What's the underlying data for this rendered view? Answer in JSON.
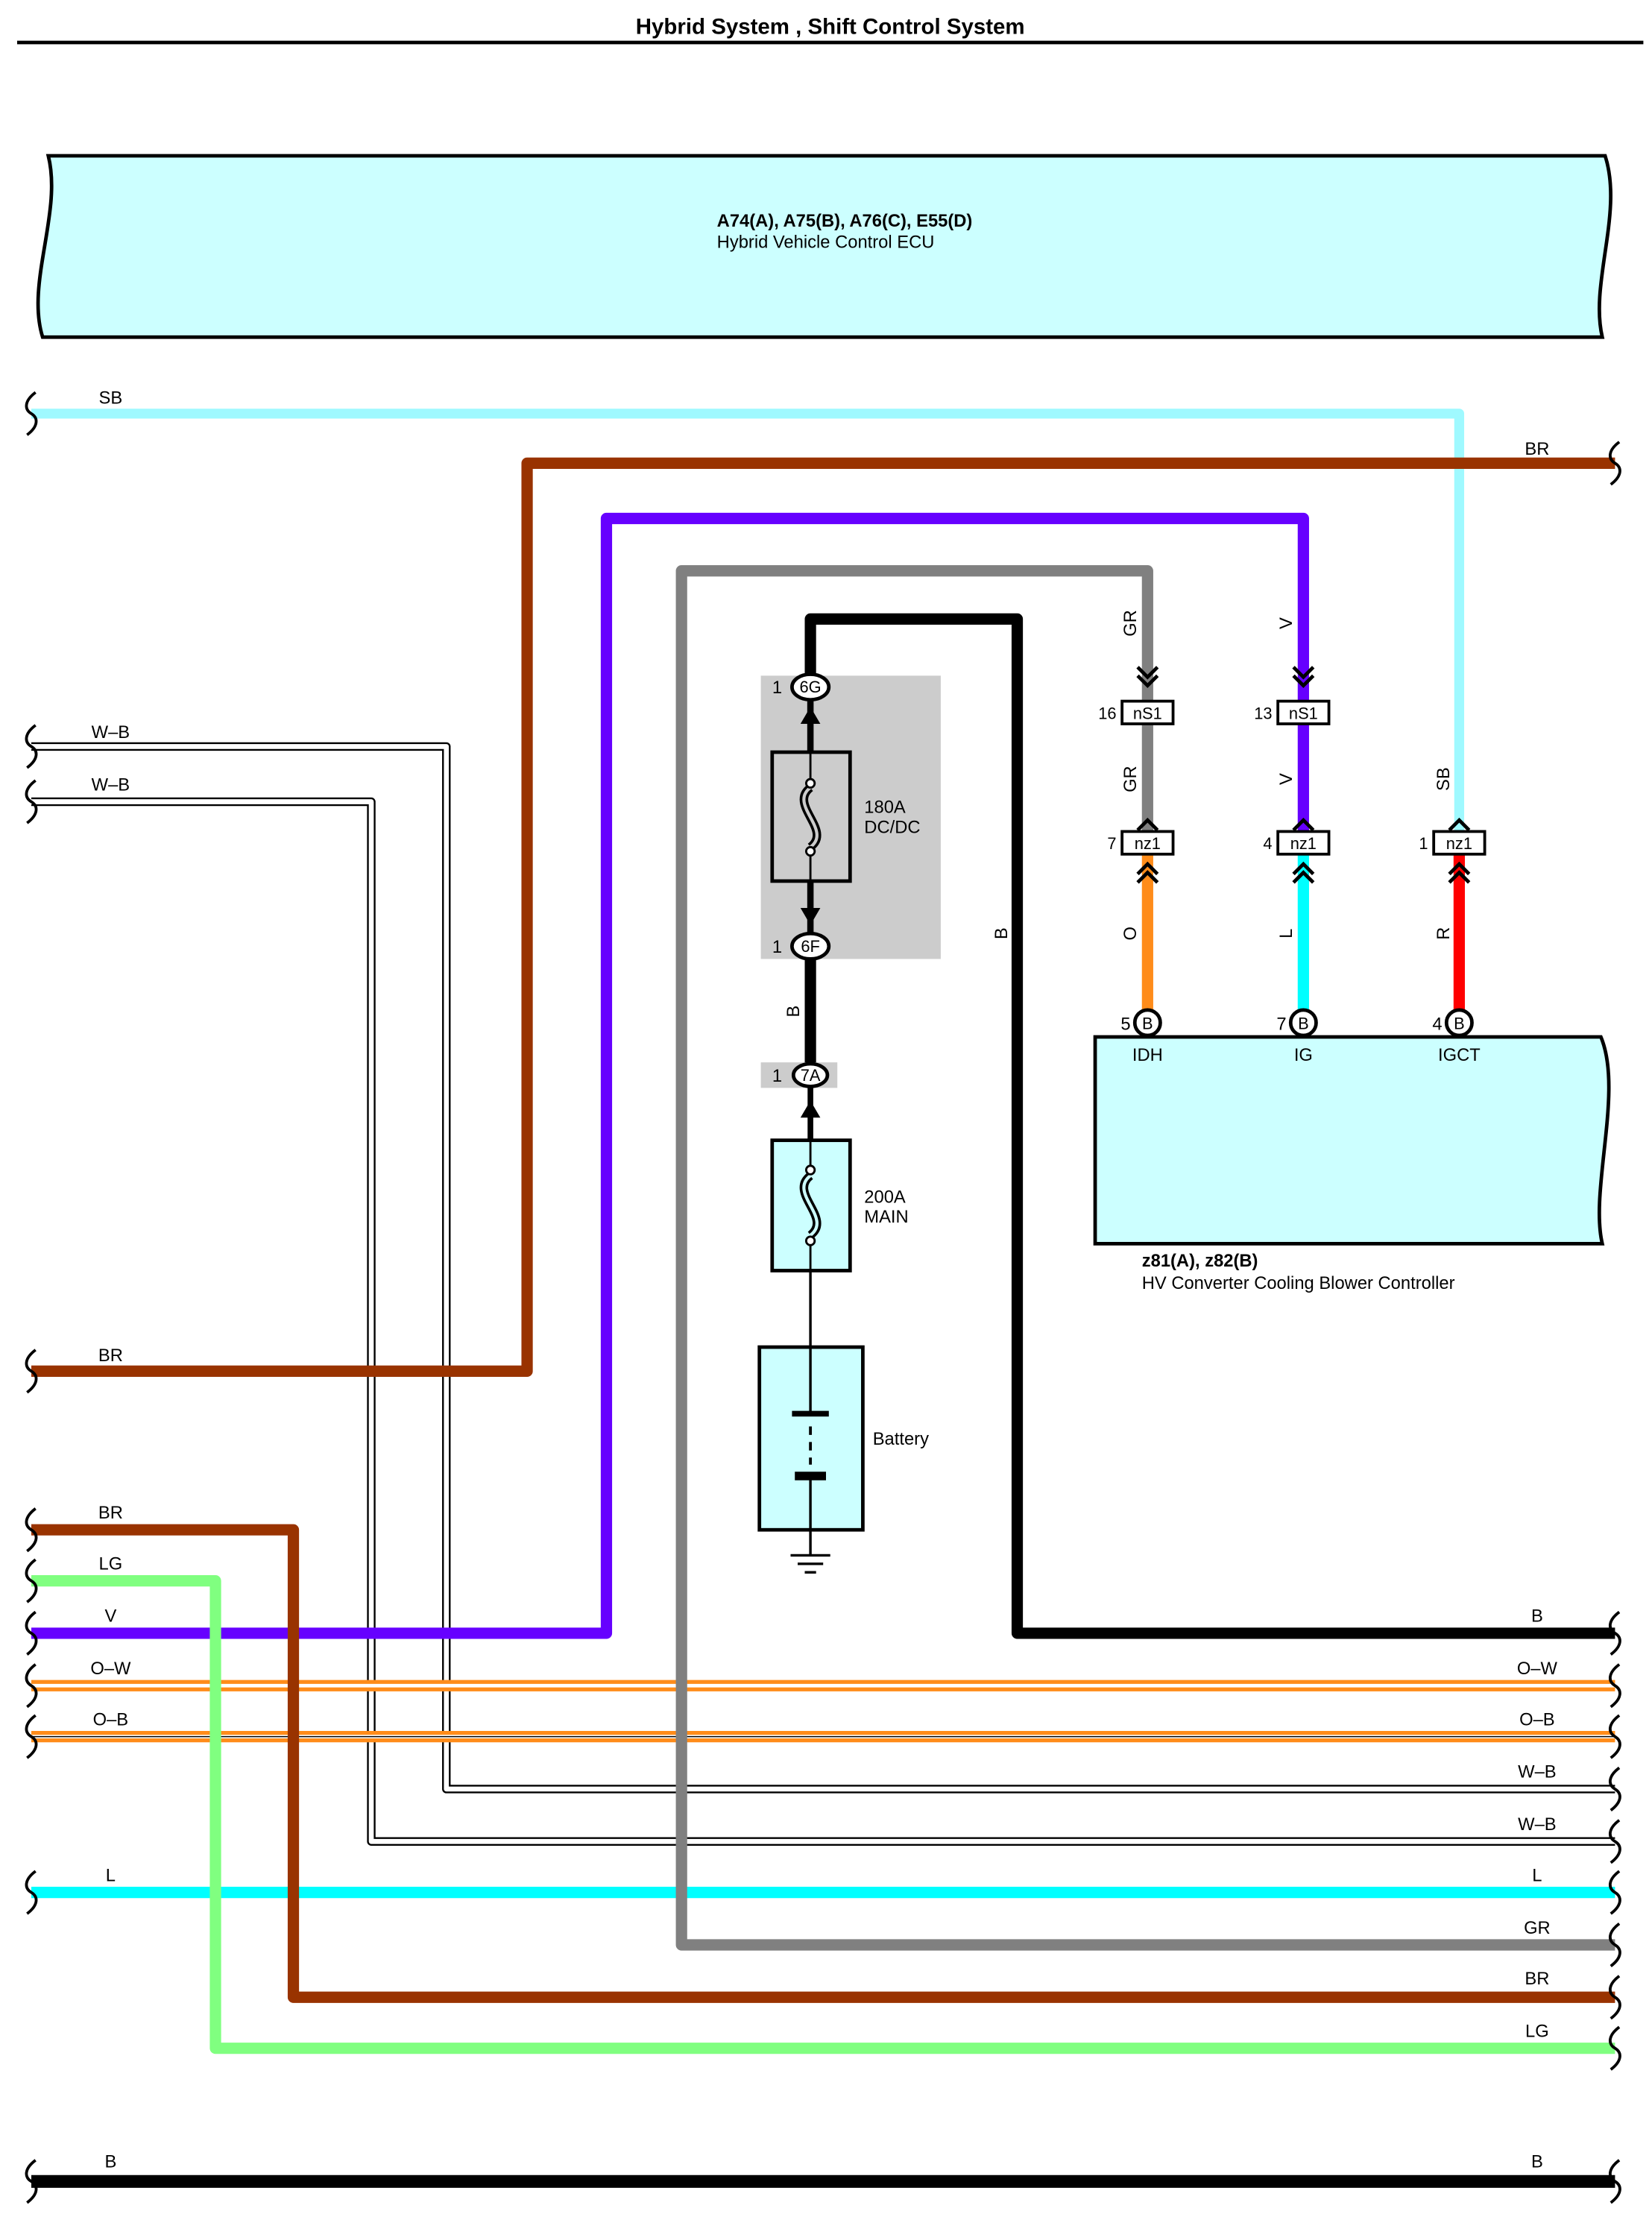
{
  "title": "Hybrid System , Shift Control System",
  "ecu": {
    "codes": "A74(A), A75(B), A76(C), E55(D)",
    "name": "Hybrid Vehicle Control ECU"
  },
  "controller": {
    "codes": "z81(A), z82(B)",
    "name": "HV Converter Cooling Blower Controller",
    "terminals": [
      {
        "pin": "5",
        "connector": "B",
        "signal": "IDH"
      },
      {
        "pin": "7",
        "connector": "B",
        "signal": "IG"
      },
      {
        "pin": "4",
        "connector": "B",
        "signal": "IGCT"
      }
    ]
  },
  "connectors": {
    "nS1": {
      "name": "nS1",
      "pins": [
        "16",
        "13"
      ]
    },
    "nz1": {
      "name": "nz1",
      "pins": [
        "7",
        "4",
        "1"
      ]
    }
  },
  "junctions": [
    {
      "pin": "1",
      "name": "6G"
    },
    {
      "pin": "1",
      "name": "6F"
    },
    {
      "pin": "1",
      "name": "7A"
    }
  ],
  "fuses": [
    {
      "rating": "180A",
      "name": "DC/DC"
    },
    {
      "rating": "200A",
      "name": "MAIN"
    }
  ],
  "battery": {
    "label": "Battery"
  },
  "wire_labels": {
    "left": [
      "SB",
      "W–B",
      "W–B",
      "BR",
      "BR",
      "LG",
      "V",
      "O–W",
      "O–B",
      "L",
      "B"
    ],
    "right": [
      "BR",
      "B",
      "O–W",
      "O–B",
      "W–B",
      "W–B",
      "L",
      "GR",
      "BR",
      "LG",
      "B"
    ],
    "vertical": [
      "GR",
      "V",
      "GR",
      "V",
      "SB",
      "O",
      "L",
      "R",
      "B",
      "B"
    ]
  },
  "colors": {
    "SB": "#9ff9ff",
    "BR": "#993300",
    "V": "#6600ff",
    "GR": "#808080",
    "B": "#000000",
    "LG": "#80ff80",
    "L": "#00ffff",
    "O": "#ff8c1a",
    "R": "#ff0000",
    "W": "#ffffff",
    "ecu_fill": "#ccffff",
    "junction_block_fill": "#cccccc"
  }
}
